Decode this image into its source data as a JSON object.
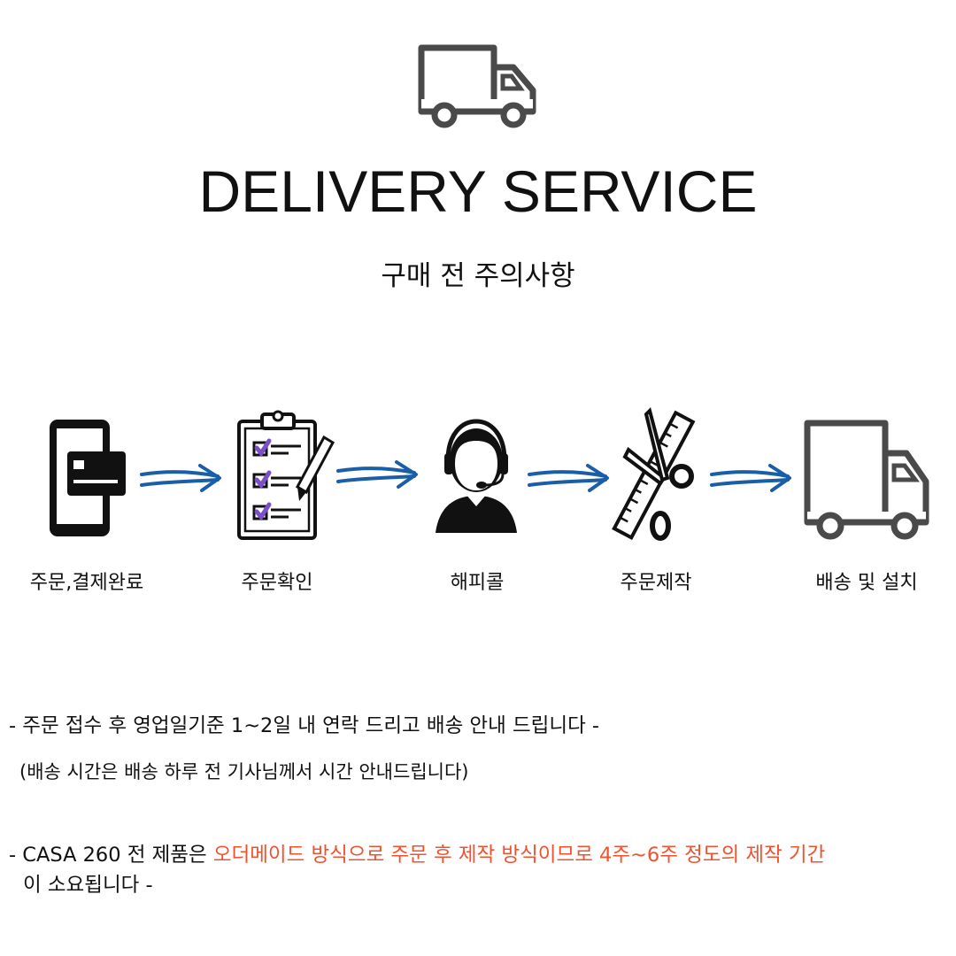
{
  "header": {
    "icon": "delivery-truck-icon",
    "title": "DELIVERY SERVICE",
    "subtitle": "구매 전 주의사항"
  },
  "steps": [
    {
      "icon": "mobile-card-payment-icon",
      "label": "주문,결제완료"
    },
    {
      "icon": "clipboard-checklist-icon",
      "label": "주문확인"
    },
    {
      "icon": "headset-agent-icon",
      "label": "해피콜"
    },
    {
      "icon": "scissors-ruler-icon",
      "label": "주문제작"
    },
    {
      "icon": "delivery-truck-icon",
      "label": "배송 및 설치"
    }
  ],
  "arrows": {
    "icon": "double-arrow-right-icon",
    "color": "#1a5ea8"
  },
  "notes": {
    "line1": "- 주문 접수 후 영업일기준 1~2일 내 연락 드리고 배송 안내 드립니다 -",
    "line2": "(배송 시간은 배송 하루 전 기사님께서 시간 안내드립니다)",
    "line3_prefix": "- CASA 260 전 제품은 ",
    "line3_highlight": "오더메이드 방식으로 주문 후 제작 방식이므로 4주~6주 정도의 제작 기간",
    "line4": "이 소요됩니다  -"
  },
  "colors": {
    "highlight": "#f0512e",
    "icon_gray": "#4a4a4a",
    "check_purple": "#7b4fc9"
  }
}
